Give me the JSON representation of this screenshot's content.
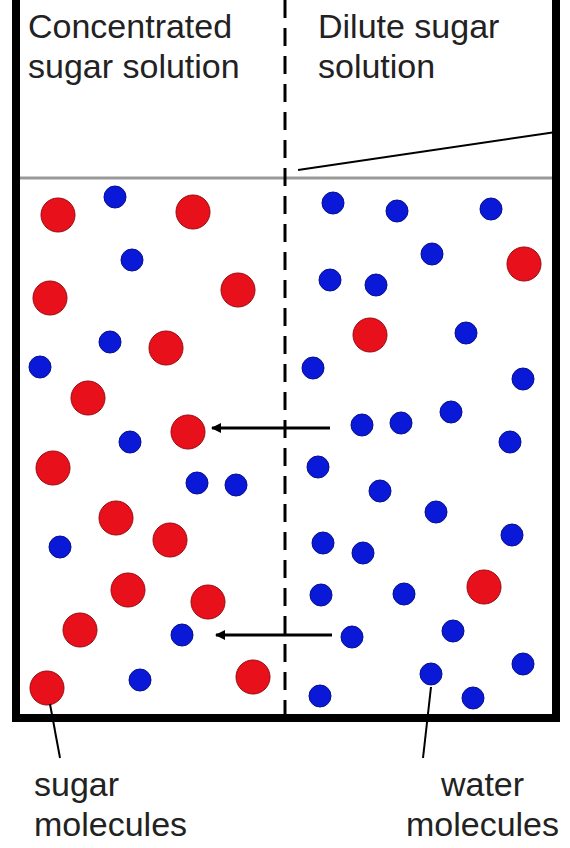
{
  "diagram": {
    "labels": [
      "Concentrated sugar solution",
      "Dilute sugar solution",
      "sugar molecules",
      "water molecules"
    ]
  }
}
